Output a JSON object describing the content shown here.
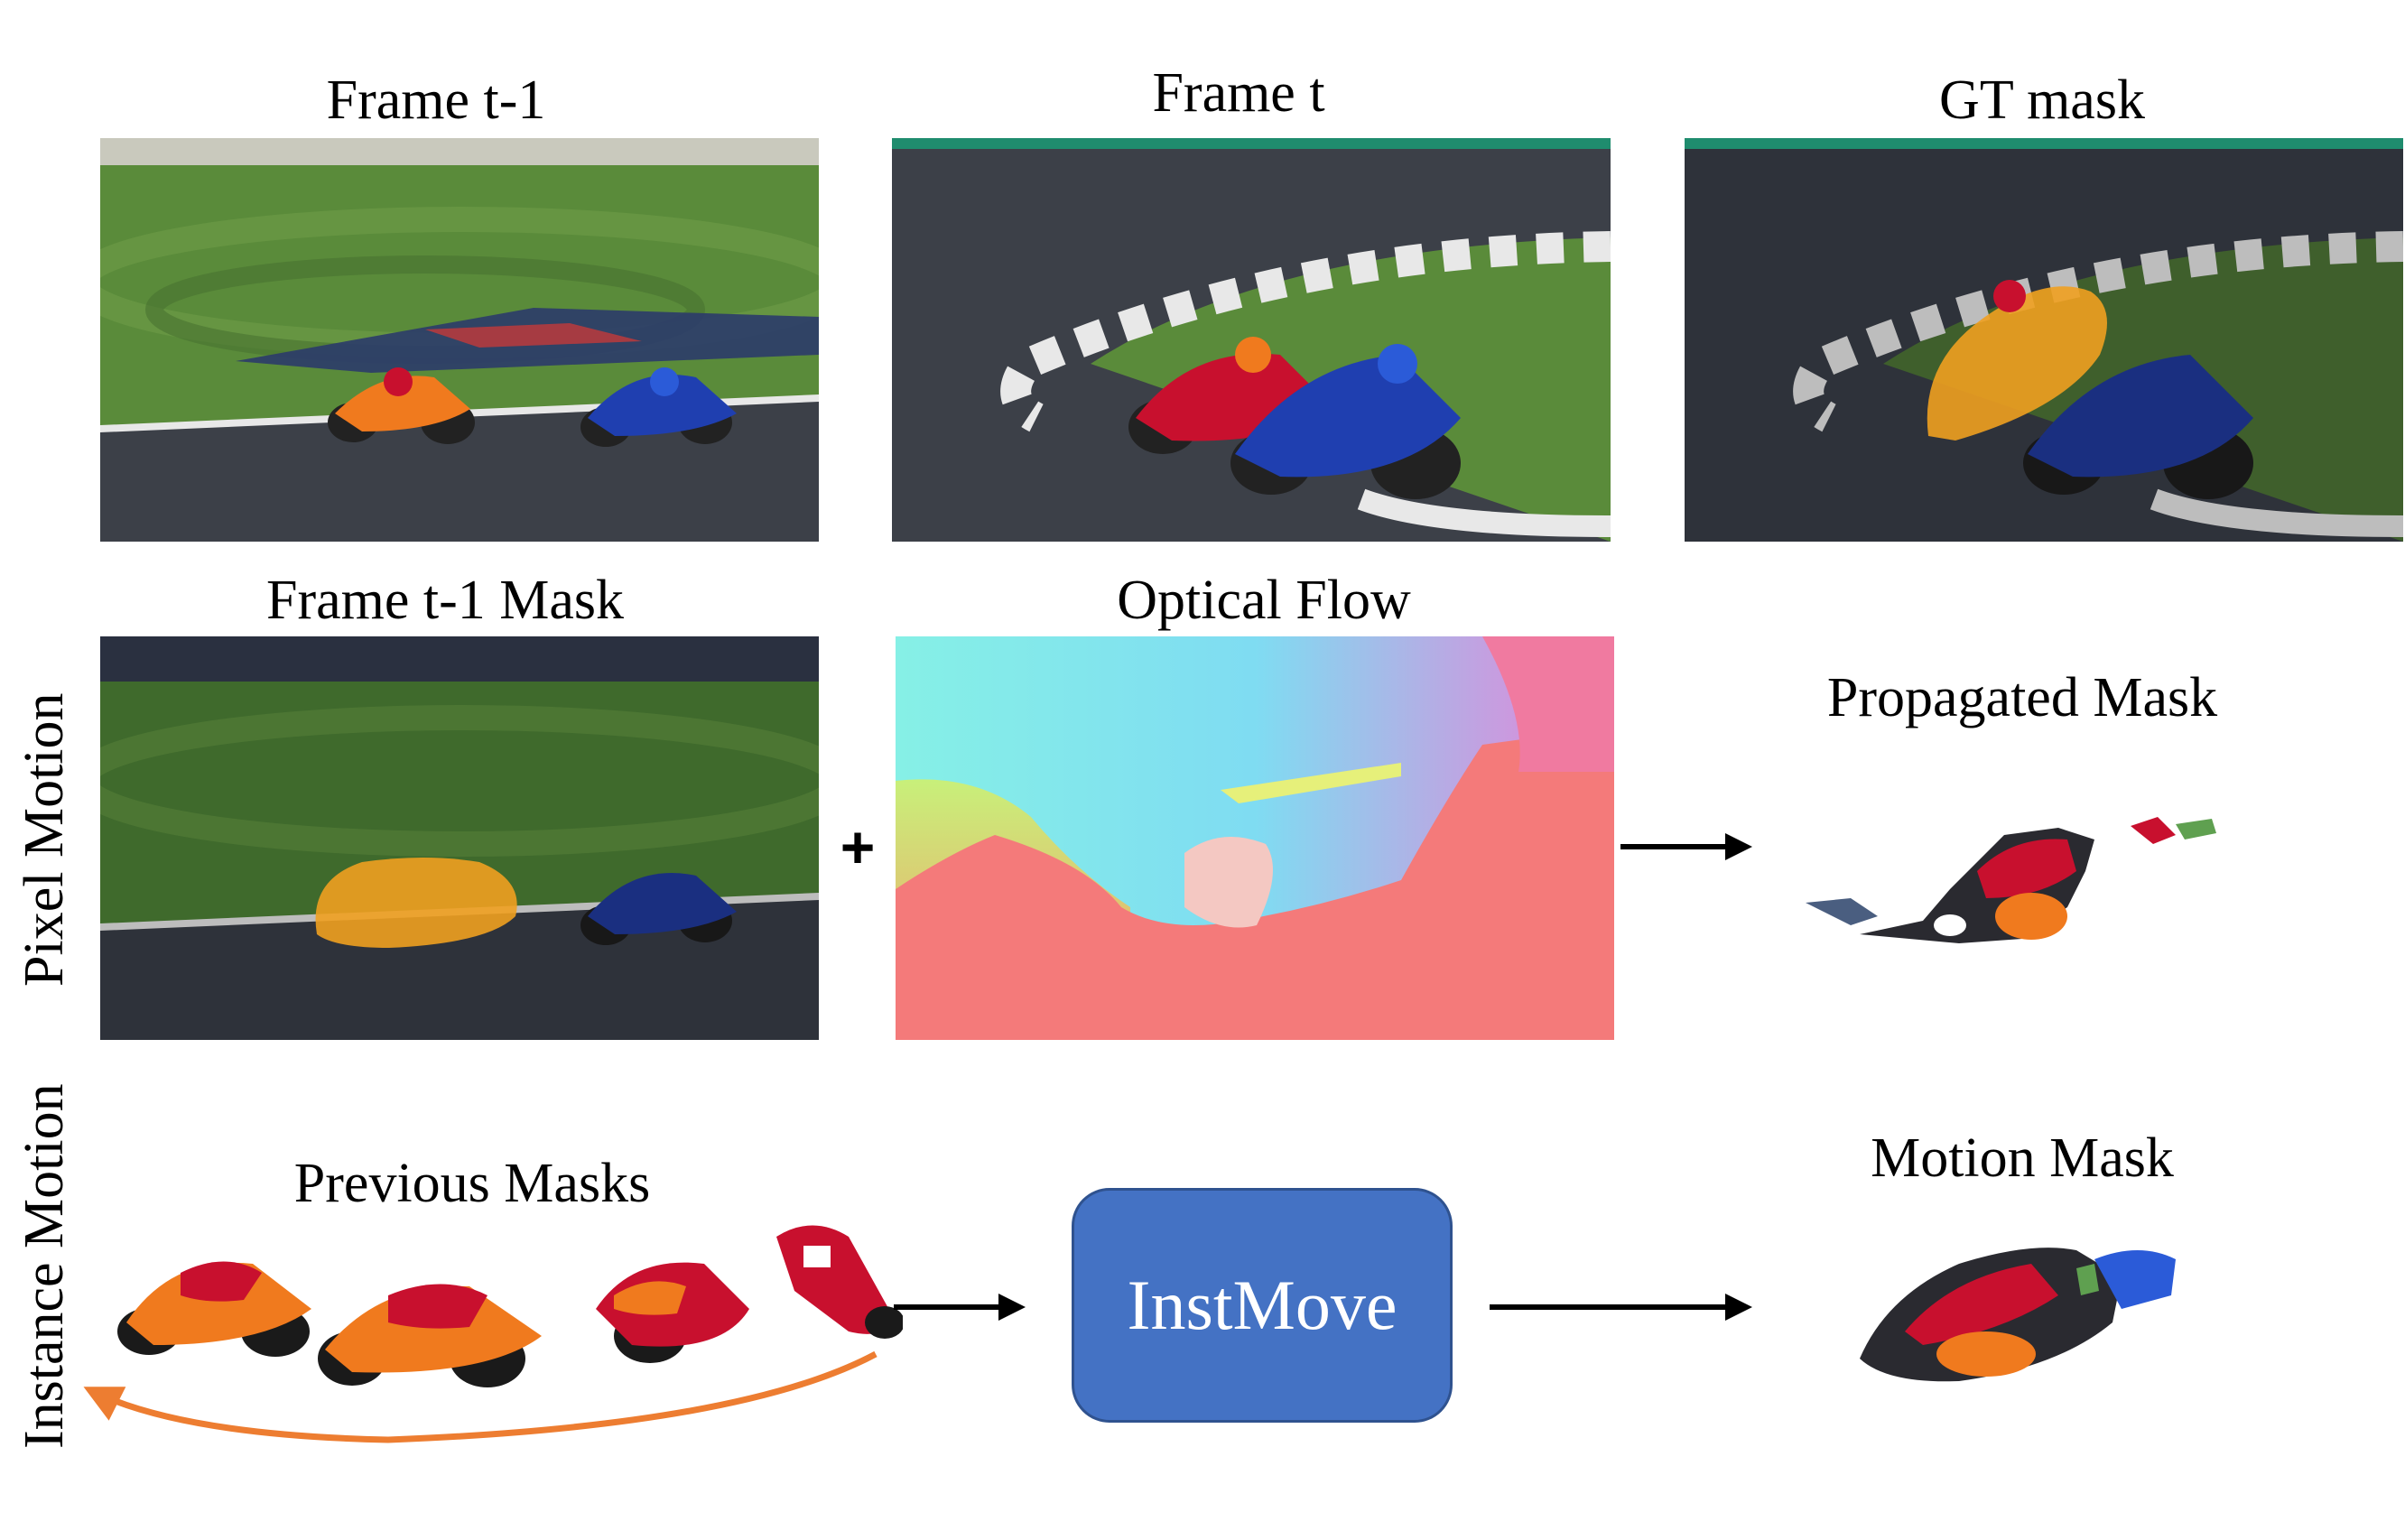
{
  "labels": {
    "frame_prev": "Frame t-1",
    "frame_curr": "Frame t",
    "gt_mask": "GT mask",
    "frame_prev_mask": "Frame t-1 Mask",
    "optical_flow": "Optical Flow",
    "propagated_mask": "Propagated Mask",
    "previous_masks": "Previous Masks",
    "motion_mask": "Motion Mask",
    "pixel_motion": "Pixel Motion",
    "instance_motion": "Instance Motion"
  },
  "module": {
    "label": "InstMove"
  },
  "operators": {
    "plus": "+"
  },
  "colors": {
    "module_fill": "#4472c4",
    "module_border": "#2f528f",
    "arrow": "#000000",
    "feedback_arrow": "#ed7d31",
    "grass": "#4f7a34",
    "track": "#3c4048",
    "mask_orange": "#f0a020",
    "honda_orange": "#f07a1e",
    "suzuki_blue": "#1f3fb0"
  },
  "icons": [
    "arrow-right-icon",
    "curved-feedback-arrow-icon",
    "motorcycle-icon"
  ]
}
